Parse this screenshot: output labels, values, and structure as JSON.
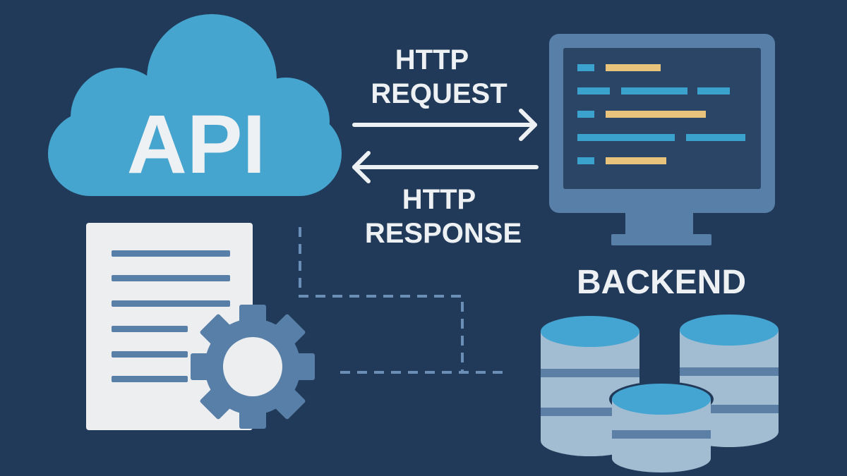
{
  "cloud": {
    "label": "API"
  },
  "request": {
    "line1": "HTTP",
    "line2": "REQUEST"
  },
  "response": {
    "line1": "HTTP",
    "line2": "RESPONSE"
  },
  "backend": {
    "label": "BACKEND"
  },
  "colors": {
    "background": "#223a59",
    "cloud": "#45a5cf",
    "text": "#eef1f4",
    "document": "#eceeef",
    "document_lines": "#577fa8",
    "gear": "#577fa8",
    "monitor_frame": "#577fa8",
    "monitor_screen": "#2a4566",
    "code_blue": "#3aa2cc",
    "code_yellow": "#e8c37c",
    "db_top": "#44a5d2",
    "db_body": "#a2bcd2",
    "db_band": "#5c7fa5",
    "dashed_connector": "#6a8eb6"
  },
  "icons": [
    "cloud-icon",
    "document-icon",
    "gear-icon",
    "monitor-icon",
    "database-icon",
    "arrow-right-icon",
    "arrow-left-icon"
  ]
}
